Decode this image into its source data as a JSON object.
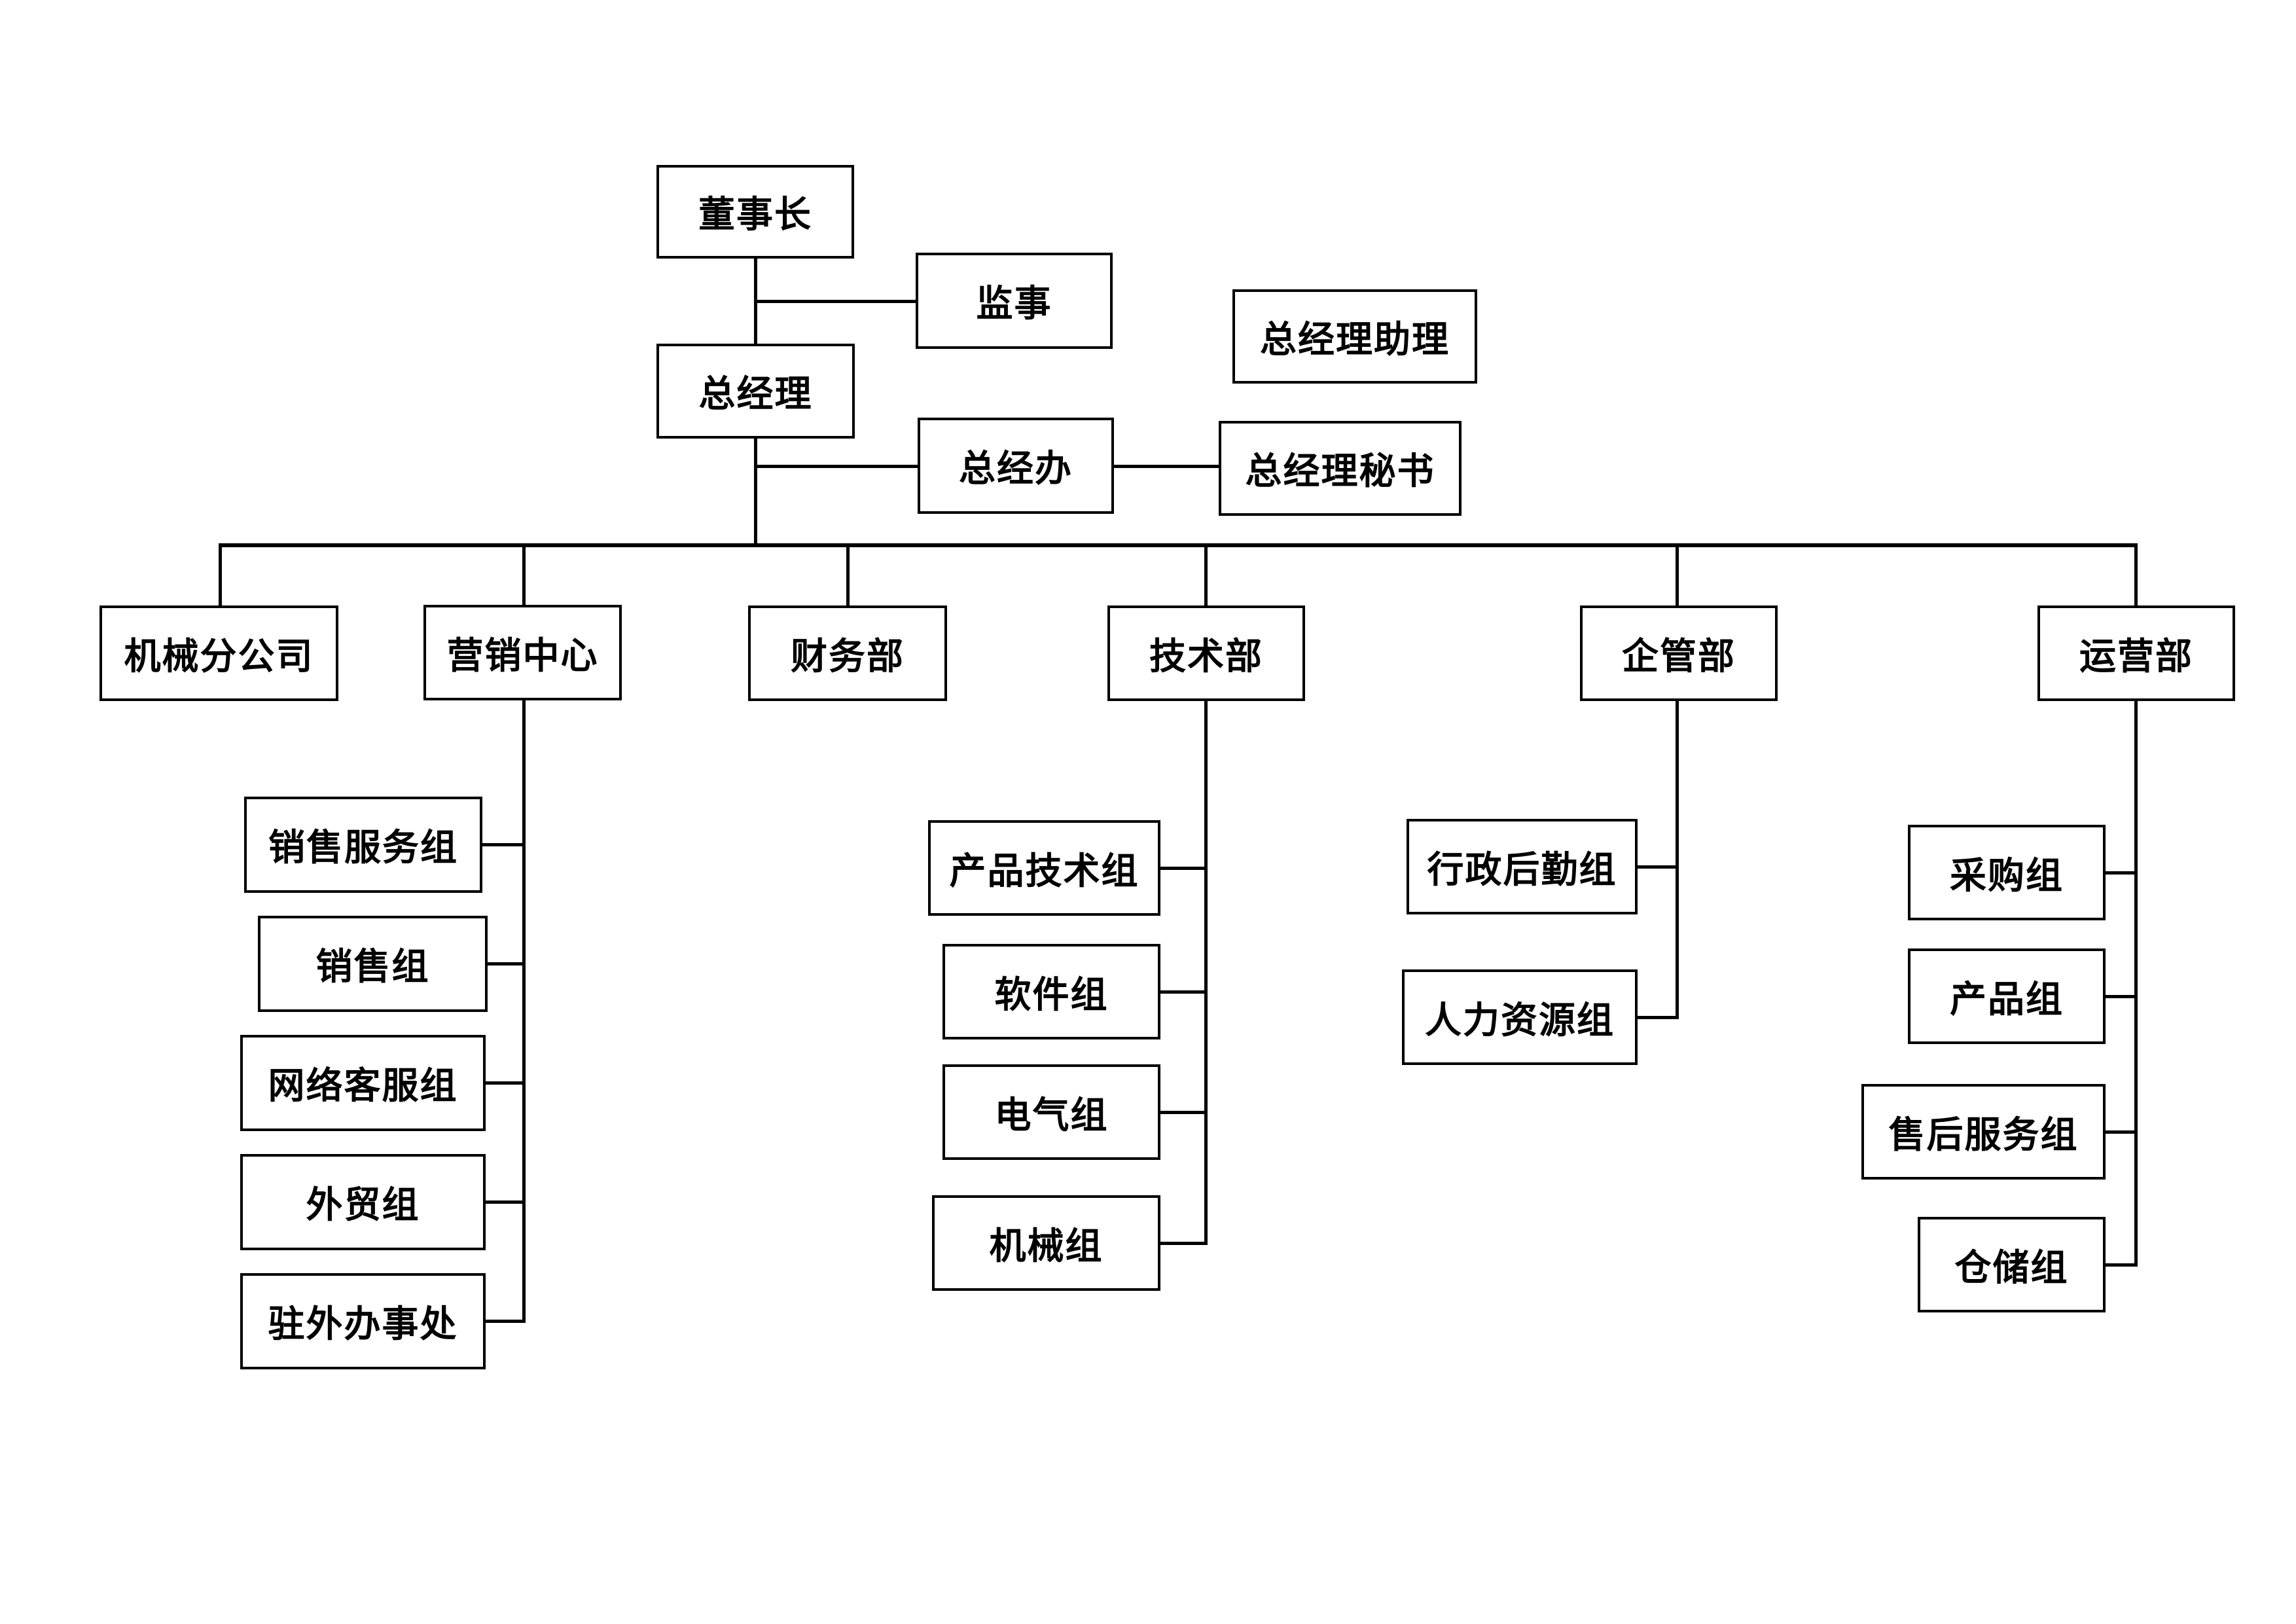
{
  "org_chart": {
    "type": "org-chart",
    "colors": {
      "line": "#000000",
      "box_border": "#000000",
      "box_background": "#ffffff",
      "text": "#000000"
    },
    "chairman": {
      "label": "董事长"
    },
    "supervisor": {
      "label": "监事"
    },
    "gm_assistant": {
      "label": "总经理助理"
    },
    "general_manager": {
      "label": "总经理"
    },
    "gm_office": {
      "label": "总经办"
    },
    "gm_secretary": {
      "label": "总经理秘书"
    },
    "departments": [
      {
        "label": "机械分公司",
        "children": []
      },
      {
        "label": "营销中心",
        "children": [
          "销售服务组",
          "销售组",
          "网络客服组",
          "外贸组",
          "驻外办事处"
        ]
      },
      {
        "label": "财务部",
        "children": []
      },
      {
        "label": "技术部",
        "children": [
          "产品技术组",
          "软件组",
          "电气组",
          "机械组"
        ]
      },
      {
        "label": "企管部",
        "children": [
          "行政后勤组",
          "人力资源组"
        ]
      },
      {
        "label": "运营部",
        "children": [
          "采购组",
          "产品组",
          "售后服务组",
          "仓储组"
        ]
      }
    ]
  }
}
